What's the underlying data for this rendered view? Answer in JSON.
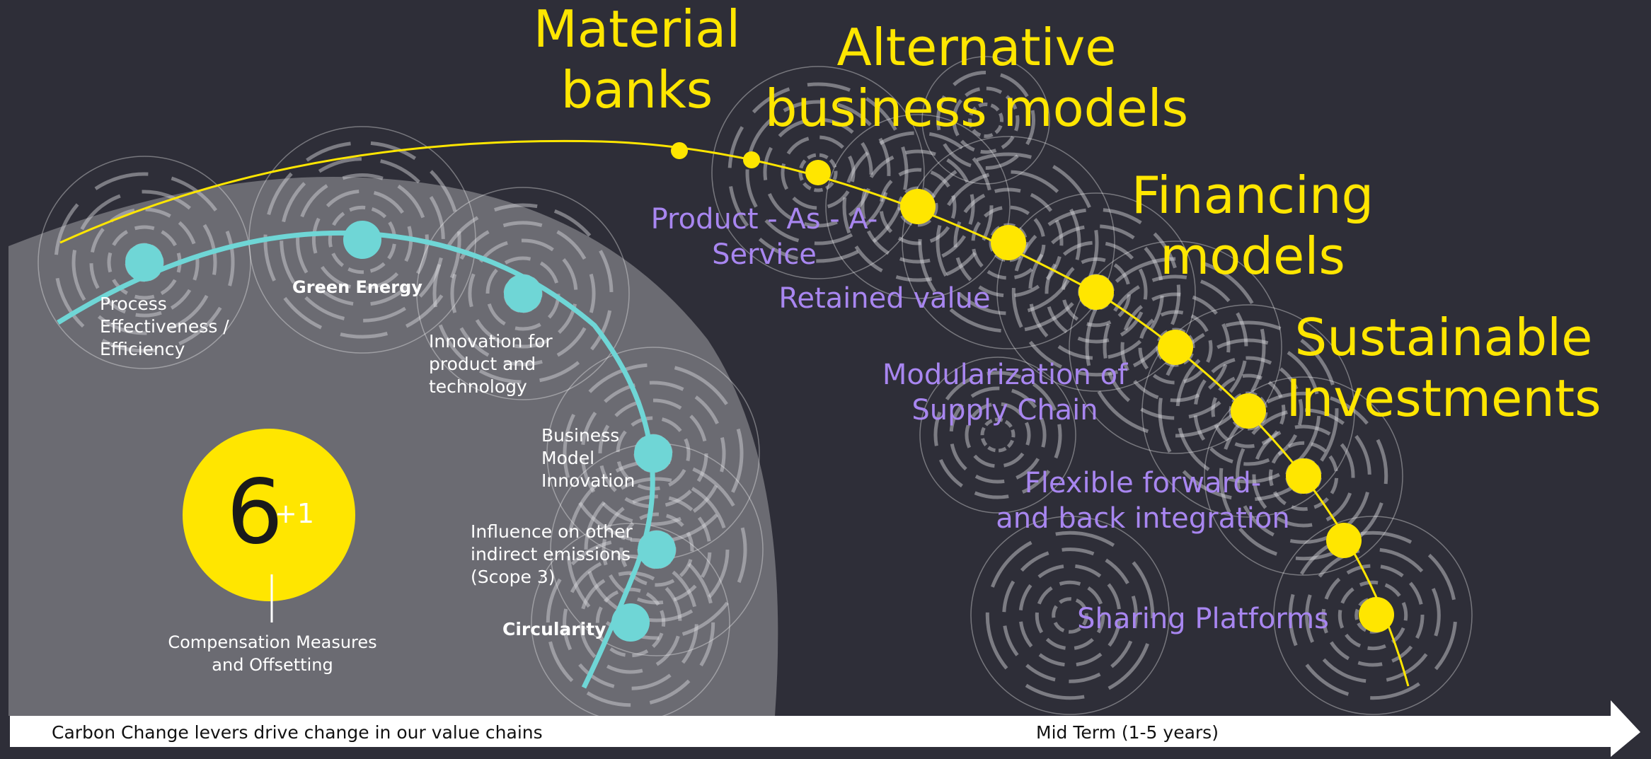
{
  "colors": {
    "background": "#2e2e38",
    "grey_area": "#6b6b72",
    "teal": "#6fd6d6",
    "yellow": "#ffe600",
    "purple": "#a886f0",
    "white": "#ffffff"
  },
  "headings": {
    "material_banks": "Material\nbanks",
    "alternative_business_models": "Alternative\nbusiness models",
    "financing_models": "Financing\nmodels",
    "sustainable_investments": "Sustainable\nInvestments"
  },
  "outer_levers": {
    "product_as_a_service": "Product - As - A-\nService",
    "retained_value": "Retained value",
    "modularization": "Modularization of\nSupply Chain",
    "flexible_integration": "Flexible forward-\nand back integration",
    "sharing_platforms": "Sharing Platforms"
  },
  "inner_levers": {
    "process": "Process\nEffectiveness /\nEfficiency",
    "green_energy": "Green Energy",
    "innovation": "Innovation for\nproduct and\ntechnology",
    "business_model": "Business\nModel\nInnovation",
    "influence": "Influence on other\nindirect emissions\n(Scope 3)",
    "circularity": "Circularity"
  },
  "badge": {
    "number": "6",
    "plus": "+1",
    "caption": "Compensation Measures\nand Offsetting"
  },
  "timeline": {
    "left_text": "Carbon Change levers drive change in our value chains",
    "right_text": "Mid Term (1-5 years)"
  },
  "icons": {
    "ripple": "concentric-dashed-ring-icon",
    "arrow": "right-arrow-icon"
  }
}
